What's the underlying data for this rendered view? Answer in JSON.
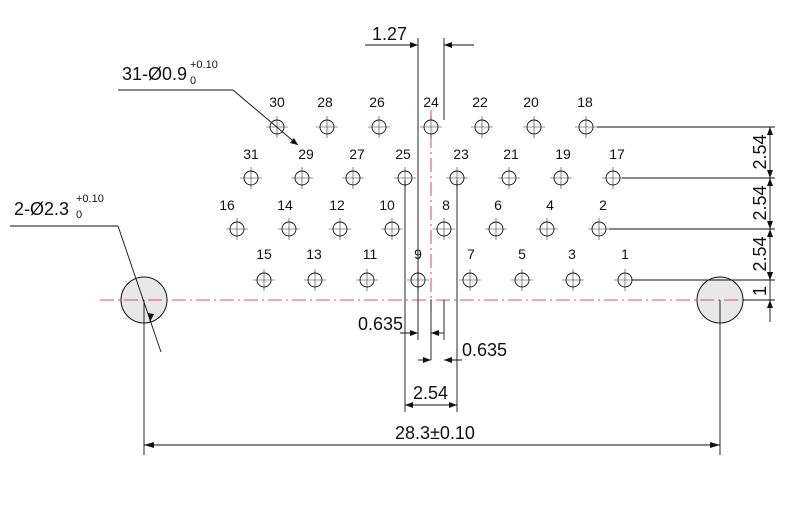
{
  "colors": {
    "ink": "#111111",
    "centerline": "#d02020",
    "hole_fill": "#e8e8e8"
  },
  "callouts": {
    "pin_holes": {
      "base": "31-Ø0.9",
      "upper_tol": "+0.10",
      "lower_tol": "0"
    },
    "mount_holes": {
      "base": "2-Ø2.3",
      "upper_tol": "+0.10",
      "lower_tol": "0"
    }
  },
  "dimensions": {
    "half_pitch_top": "1.27",
    "offset_left": "0.635",
    "offset_right": "0.635",
    "pitch": "2.54",
    "span": "28.3±0.10",
    "row_gap_1": "2.54",
    "row_gap_2": "2.54",
    "row_gap_3": "2.54",
    "row_gap_4": "1"
  },
  "pins": {
    "row1": [
      "30",
      "28",
      "26",
      "24",
      "22",
      "20",
      "18"
    ],
    "row2": [
      "31",
      "29",
      "27",
      "25",
      "23",
      "21",
      "19",
      "17"
    ],
    "row3": [
      "16",
      "14",
      "12",
      "10",
      "8",
      "6",
      "4",
      "2"
    ],
    "row4": [
      "15",
      "13",
      "11",
      "9",
      "7",
      "5",
      "3",
      "1"
    ]
  }
}
